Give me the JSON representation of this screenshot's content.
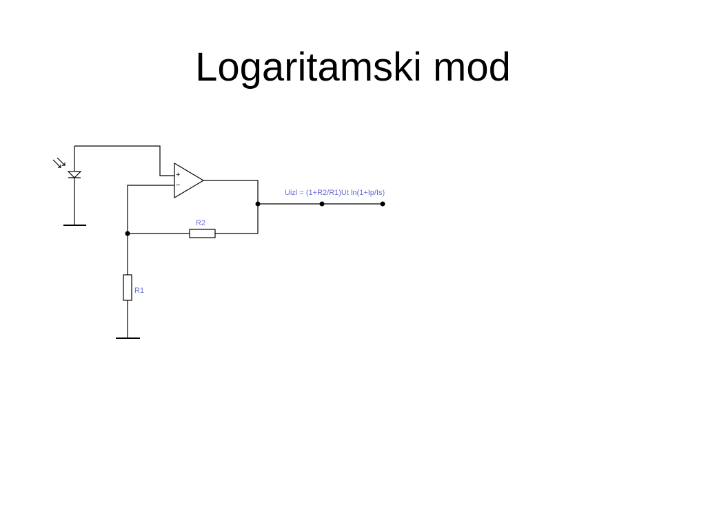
{
  "slide": {
    "title": "Logaritamski mod"
  },
  "circuit": {
    "label_color": "#6a6ad6",
    "wire_color": "#000000",
    "components": {
      "r2_label": "R2",
      "r1_label": "R1",
      "opamp_plus": "+",
      "opamp_minus": "−",
      "output_formula": "Uizl = (1+R2/R1)Ut ln(1+Ip/Is)"
    },
    "icons": {
      "photodiode": "photodiode-icon",
      "ground": "ground-icon",
      "opamp": "opamp-icon",
      "resistor": "resistor-icon"
    }
  }
}
